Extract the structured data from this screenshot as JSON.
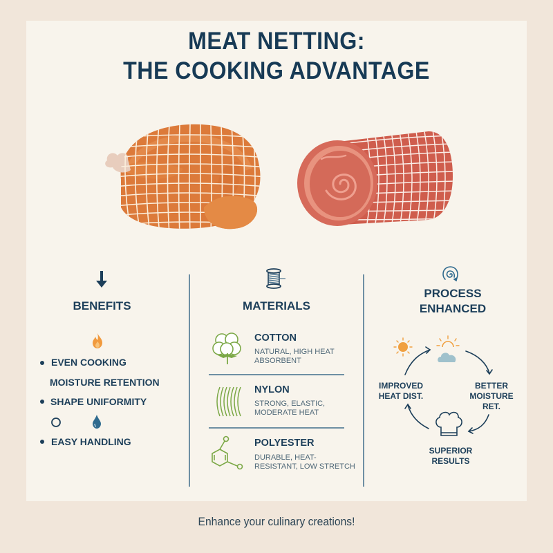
{
  "title": {
    "line1": "MEAT NETTING:",
    "line2": "THE COOKING ADVANTAGE"
  },
  "illustrations": [
    {
      "name": "netted-roast-chicken",
      "icon": "chicken-illustration"
    },
    {
      "name": "netted-meat-roll",
      "icon": "meat-roll-illustration"
    }
  ],
  "benefits": {
    "icon": "down-arrow-icon",
    "heading": "BENEFITS",
    "items": [
      {
        "label": "EVEN COOKING",
        "bullet": true
      },
      {
        "label": "MOISTURE RETENTION",
        "bullet": false
      },
      {
        "label": "SHAPE UNIFORMITY",
        "bullet": true
      },
      {
        "label": "EASY HANDLING",
        "bullet": true
      }
    ],
    "decor_icons": [
      "flame-icon",
      "circle-icon",
      "water-drop-icon"
    ]
  },
  "materials": {
    "icon": "thread-spool-icon",
    "heading": "MATERIALS",
    "items": [
      {
        "name": "COTTON",
        "description": "NATURAL, HIGH HEAT ABSORBENT",
        "icon": "cotton-boll-icon"
      },
      {
        "name": "NYLON",
        "description": "STRONG, ELASTIC, MODERATE HEAT",
        "icon": "fiber-strands-icon"
      },
      {
        "name": "POLYESTER",
        "description": "DURABLE, HEAT-RESISTANT, LOW STRETCH",
        "icon": "molecule-icon"
      }
    ]
  },
  "process": {
    "icon": "spiral-icon",
    "heading_line1": "PROCESS",
    "heading_line2": "ENHANCED",
    "cycle": [
      {
        "label_line1": "IMPROVED",
        "label_line2": "HEAT DIST.",
        "label_line3": ""
      },
      {
        "label_line1": "BETTER",
        "label_line2": "MOISTURE",
        "label_line3": "RET."
      },
      {
        "label_line1": "SUPERIOR",
        "label_line2": "RESULTS",
        "label_line3": ""
      }
    ],
    "cycle_icons": [
      "sun-icon",
      "sun-cloud-icon",
      "chef-hat-icon"
    ]
  },
  "footer": {
    "tagline": "Enhance your culinary creations!"
  },
  "colors": {
    "outer_background": "#F1E6DA",
    "panel_background": "#F8F4EC",
    "heading_navy": "#173A55",
    "accent_orange": "#F0A040",
    "accent_green": "#7BA846",
    "divider": "#6E8FA3"
  }
}
